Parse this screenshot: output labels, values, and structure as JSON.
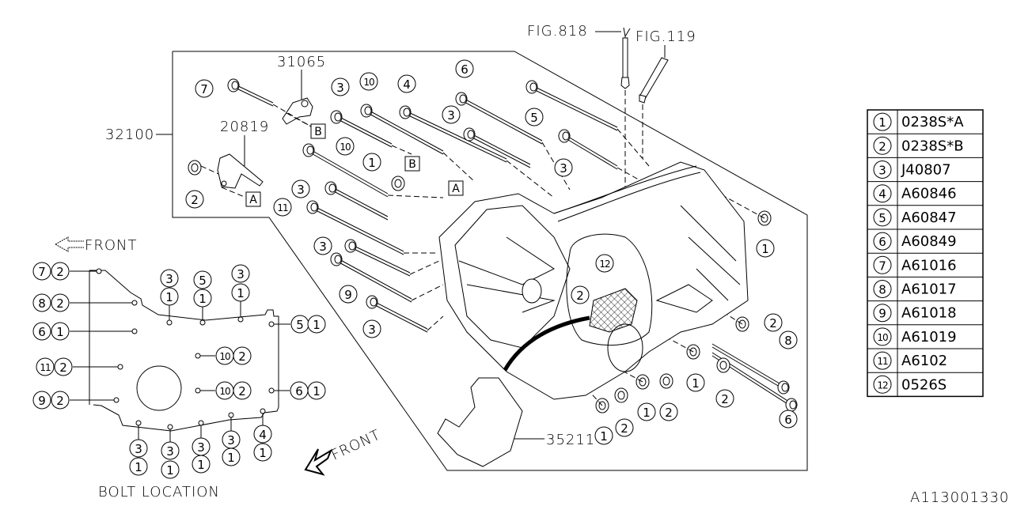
{
  "diagram": {
    "figure_id": "A113001330",
    "figure_refs": [
      {
        "label": "FIG.818"
      },
      {
        "label": "FIG.119"
      }
    ],
    "part_labels": [
      {
        "id": "32100",
        "label": "32100"
      },
      {
        "id": "31065",
        "label": "31065"
      },
      {
        "id": "20819",
        "label": "20819"
      },
      {
        "id": "35211",
        "label": "35211"
      }
    ],
    "ref_boxes": [
      "A",
      "B",
      "B",
      "A"
    ],
    "front_labels": {
      "top": "FRONT",
      "bottom": "FRONT"
    },
    "bolt_location_title": "BOLT LOCATION",
    "main_callouts": [
      {
        "n": "7"
      },
      {
        "n": "2"
      },
      {
        "n": "3"
      },
      {
        "n": "10"
      },
      {
        "n": "4"
      },
      {
        "n": "6"
      },
      {
        "n": "3"
      },
      {
        "n": "5"
      },
      {
        "n": "3"
      },
      {
        "n": "10"
      },
      {
        "n": "1"
      },
      {
        "n": "3"
      },
      {
        "n": "11"
      },
      {
        "n": "3"
      },
      {
        "n": "9"
      },
      {
        "n": "3"
      },
      {
        "n": "12"
      },
      {
        "n": "2"
      },
      {
        "n": "1"
      },
      {
        "n": "2"
      },
      {
        "n": "8"
      },
      {
        "n": "1"
      },
      {
        "n": "2"
      },
      {
        "n": "6"
      },
      {
        "n": "1"
      },
      {
        "n": "2"
      },
      {
        "n": "1"
      },
      {
        "n": "2"
      }
    ],
    "bolt_location_callouts": [
      {
        "pair": [
          "7",
          "2"
        ]
      },
      {
        "pair": [
          "8",
          "2"
        ]
      },
      {
        "pair": [
          "6",
          "1"
        ]
      },
      {
        "pair": [
          "11",
          "2"
        ]
      },
      {
        "pair": [
          "9",
          "2"
        ]
      },
      {
        "pair": [
          "3",
          "1"
        ]
      },
      {
        "pair": [
          "5",
          "1"
        ]
      },
      {
        "pair": [
          "3",
          "1"
        ]
      },
      {
        "pair": [
          "5",
          "1"
        ]
      },
      {
        "pair": [
          "10",
          "2"
        ]
      },
      {
        "pair": [
          "10",
          "2"
        ]
      },
      {
        "pair": [
          "6",
          "1"
        ]
      },
      {
        "pair": [
          "3",
          "1"
        ]
      },
      {
        "pair": [
          "3",
          "1"
        ]
      },
      {
        "pair": [
          "3",
          "1"
        ]
      },
      {
        "pair": [
          "3",
          "1"
        ]
      },
      {
        "pair": [
          "4",
          "1"
        ]
      }
    ]
  },
  "legend": {
    "rows": [
      {
        "ref": "1",
        "part": "0238S*A"
      },
      {
        "ref": "2",
        "part": "0238S*B"
      },
      {
        "ref": "3",
        "part": "J40807"
      },
      {
        "ref": "4",
        "part": "A60846"
      },
      {
        "ref": "5",
        "part": "A60847"
      },
      {
        "ref": "6",
        "part": "A60849"
      },
      {
        "ref": "7",
        "part": "A61016"
      },
      {
        "ref": "8",
        "part": "A61017"
      },
      {
        "ref": "9",
        "part": "A61018"
      },
      {
        "ref": "10",
        "part": "A61019"
      },
      {
        "ref": "11",
        "part": "A6102"
      },
      {
        "ref": "12",
        "part": "0526S"
      }
    ]
  }
}
